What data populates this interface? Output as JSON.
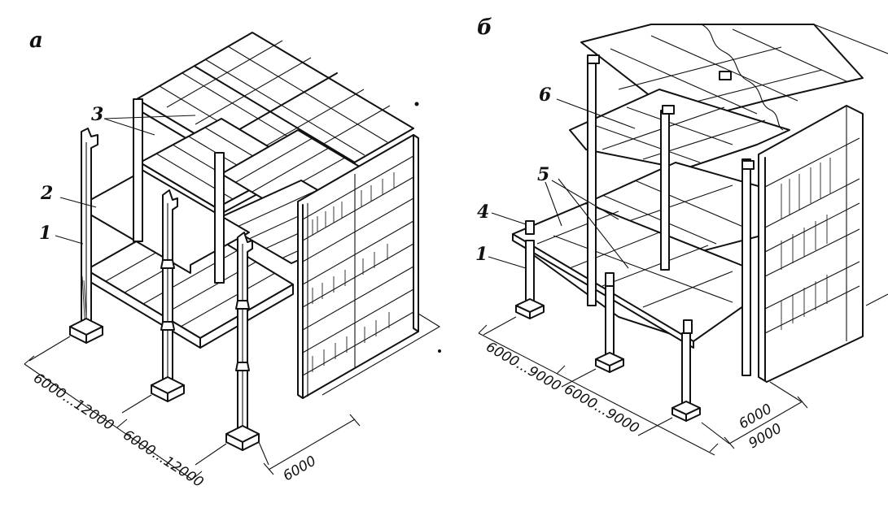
{
  "figure": {
    "panel_a": {
      "label": "а",
      "callouts": [
        "1",
        "2",
        "3"
      ],
      "dimensions": [
        "6000...12000",
        "6000...12000",
        "6000"
      ]
    },
    "panel_b": {
      "label": "б",
      "callouts": [
        "1",
        "4",
        "5",
        "6"
      ],
      "dimensions": [
        "6000...9000",
        "6000...9000",
        "6000",
        "9000"
      ]
    }
  }
}
